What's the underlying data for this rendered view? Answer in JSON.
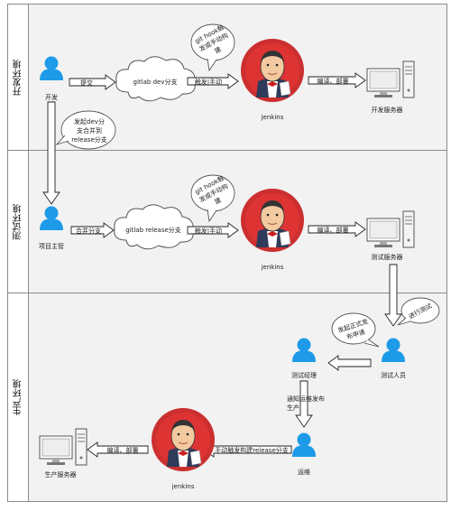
{
  "lanes": [
    {
      "title": "开发环境"
    },
    {
      "title": "测试环境"
    },
    {
      "title": "生产环境"
    }
  ],
  "dev": {
    "developer": "开发",
    "push": "提交",
    "branch_cloud": "gitlab dev分支",
    "hook_note": [
      "git hook触",
      "发或手动构",
      "建"
    ],
    "trigger": "触发|手动",
    "jenkins": "jenkins",
    "deploy": "编译、部署",
    "server": "开发服务器"
  },
  "transition": [
    "发起dev分",
    "支合并到",
    "release分支"
  ],
  "test": {
    "manager": "项目主管",
    "merge": "合并分支",
    "branch_cloud": "gitlab release分支",
    "hook_note": [
      "git hook触",
      "发或手动构",
      "建"
    ],
    "trigger": "触发|手动",
    "jenkins": "jenkins",
    "deploy": "编译、部署",
    "server": "测试服务器"
  },
  "prod": {
    "start_test": "进行测试",
    "tester": "测试人员",
    "request_note": [
      "发起正式发",
      "布申请"
    ],
    "test_manager": "测试经理",
    "notify_note": [
      "通知运维发布",
      "生产"
    ],
    "ops": "运维",
    "manual_build": "手动触发构建release分支",
    "jenkins": "jenkins",
    "deploy": "编译、部署",
    "server": "生产服务器"
  },
  "colors": {
    "person": "#1e9be8",
    "jenkins_ring": "#cc2f2f",
    "arrow_fill": "#ffffff",
    "lane_bg": "#f2f2f2"
  }
}
